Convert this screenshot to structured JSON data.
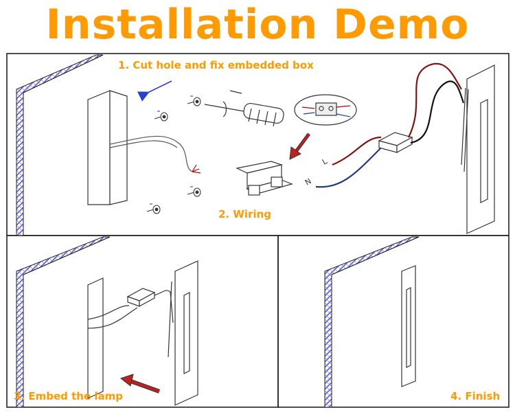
{
  "title": "Installation Demo",
  "steps": [
    {
      "label": "1. Cut hole and fix embedded box"
    },
    {
      "label": "2. Wiring"
    },
    {
      "label": "3. Embed the lamp"
    },
    {
      "label": "4. Finish"
    }
  ],
  "wire_markers": {
    "live": "L",
    "neutral": "N"
  },
  "colors": {
    "title": "#ff9a00",
    "step_label": "#ff9a00",
    "wall_pattern": "#5a5ad8",
    "live_wire": "#b00000",
    "neutral_wire": "#1a3aa8",
    "arrow_red": "#b02020",
    "arrow_blue": "#2a40d0"
  }
}
